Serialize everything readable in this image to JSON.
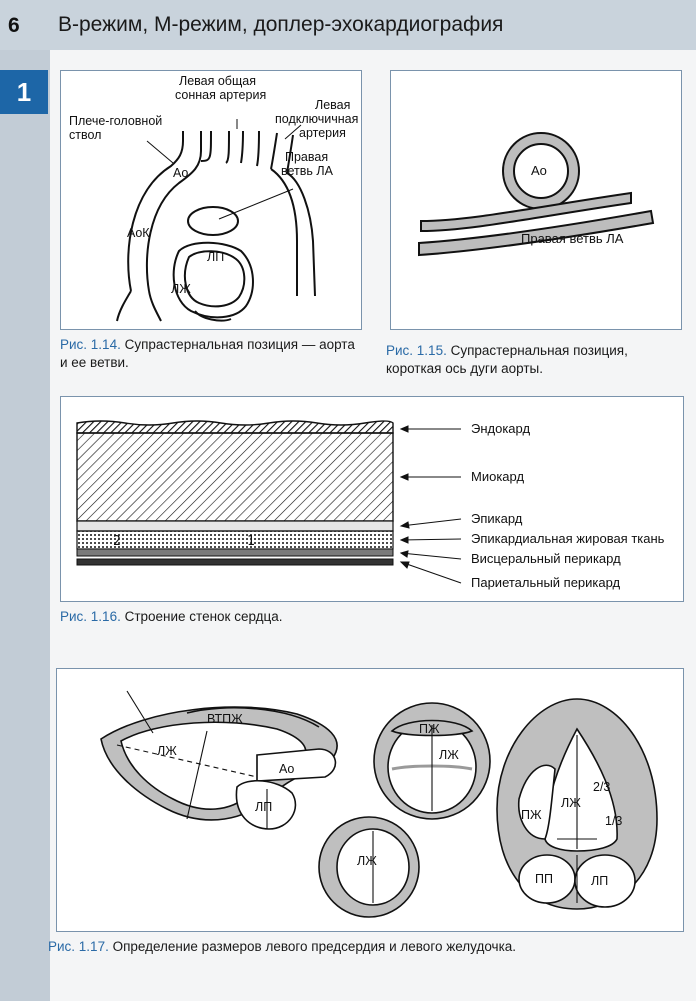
{
  "header": {
    "page_number": "6",
    "running_head": "В-режим, М-режим, доплер-эхокардиография",
    "chapter_tab": "1"
  },
  "fig14": {
    "labels": {
      "left_common_carotid_1": "Левая общая",
      "left_common_carotid_2": "сонная артерия",
      "left_subclavian_1": "Левая",
      "left_subclavian_2": "подключичная",
      "left_subclavian_3": "артерия",
      "brachiocephalic_1": "Плече-головной",
      "brachiocephalic_2": "ствол",
      "ao": "Ао",
      "right_pa_1": "Правая",
      "right_pa_2": "ветвь ЛА",
      "aok": "АоК",
      "lp": "ЛП",
      "lzh": "ЛЖ"
    },
    "caption_num": "Рис. 1.14.",
    "caption_text": " Супрастернальная позиция — аорта и ее ветви."
  },
  "fig15": {
    "labels": {
      "ao": "Ао",
      "right_pa": "Правая ветвь ЛА"
    },
    "caption_num": "Рис. 1.15.",
    "caption_text": " Супрастернальная позиция, короткая ось дуги аорты."
  },
  "fig16": {
    "labels": {
      "endocardium": "Эндокард",
      "myocardium": "Миокард",
      "epicardium": "Эпикард",
      "epicardial_fat": "Эпикардиальная жировая ткань",
      "visceral_pericardium": "Висцеральный перикард",
      "parietal_pericardium": "Париетальный перикард"
    },
    "caption_num": "Рис. 1.16.",
    "caption_text": " Строение стенок сердца."
  },
  "fig17": {
    "labels": {
      "vtpzh": "ВТПЖ",
      "lzh_long": "ЛЖ",
      "ao": "Ао",
      "lp_long": "ЛП",
      "pzh_short": "ПЖ",
      "lzh_short": "ЛЖ",
      "lzh_small": "ЛЖ",
      "two_thirds": "2/3",
      "lzh_4ch": "ЛЖ",
      "pzh_4ch": "ПЖ",
      "one_third": "1/3",
      "pp_4ch": "ПП",
      "lp_4ch": "ЛП"
    },
    "caption_num": "Рис. 1.17.",
    "caption_text": " Определение размеров левого предсердия и левого желудочка."
  }
}
